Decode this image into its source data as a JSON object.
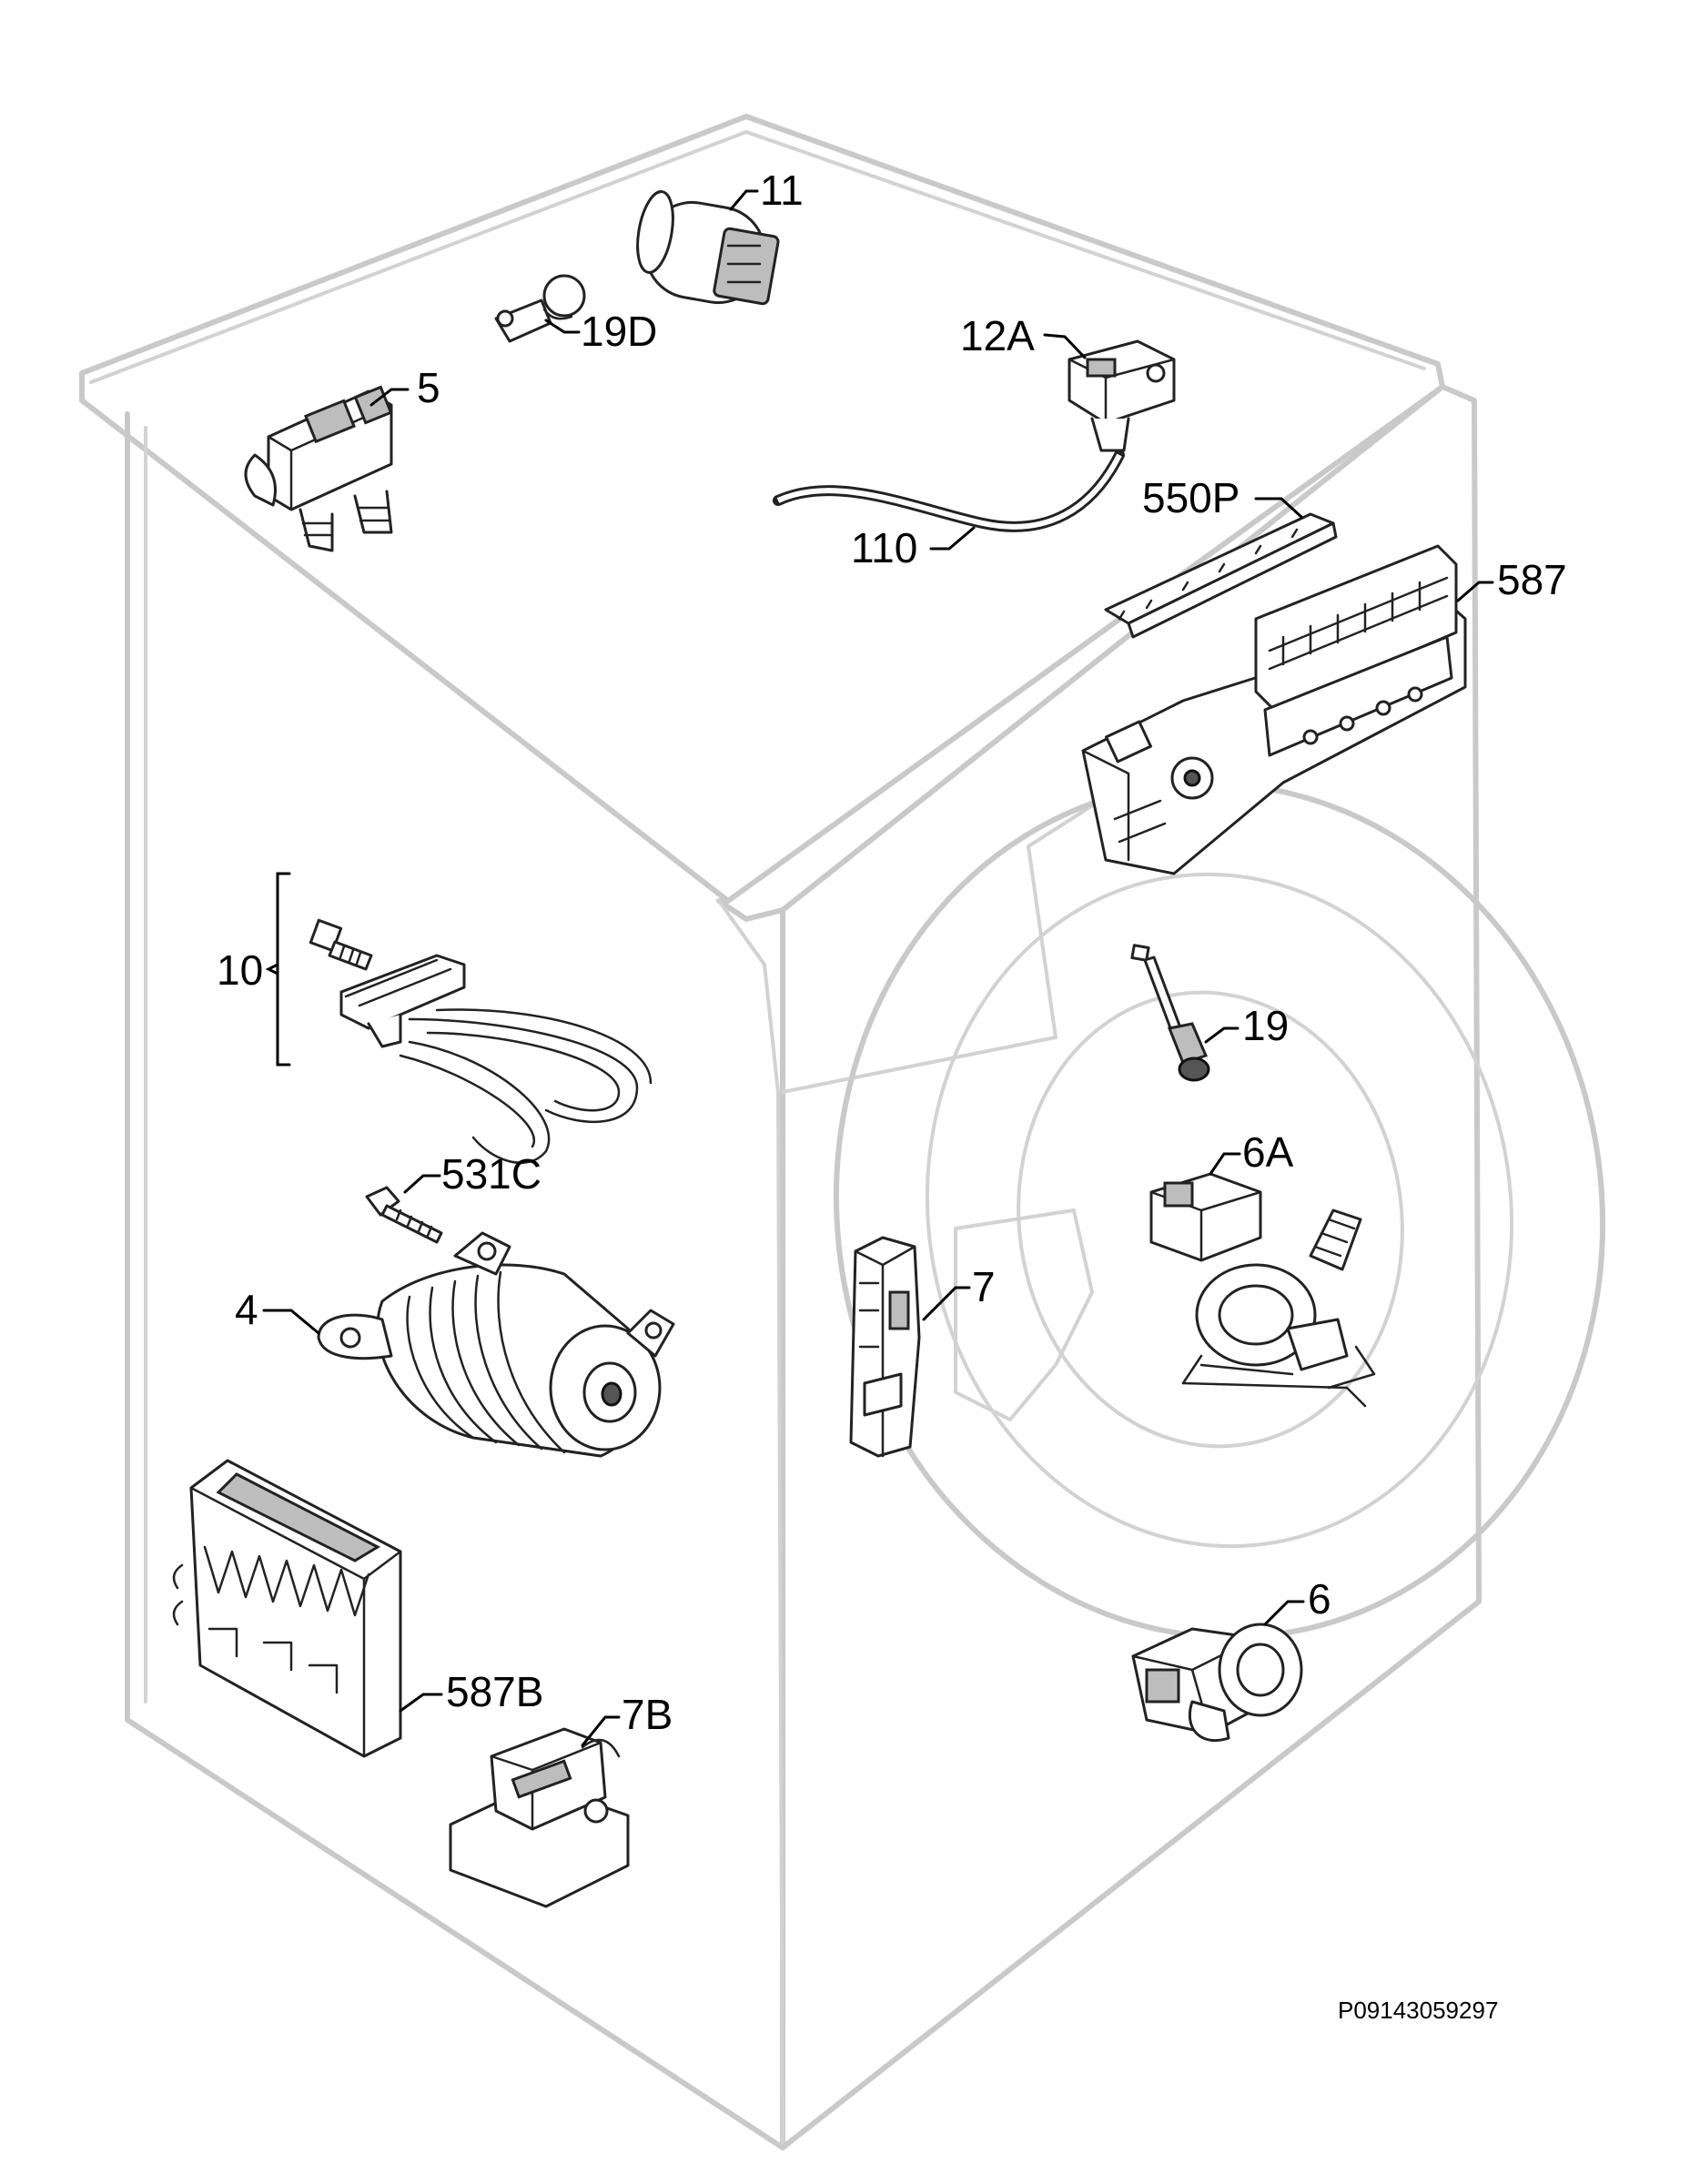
{
  "figure": {
    "code": "P09143059297"
  },
  "callouts": {
    "c11": "11",
    "c19D": "19D",
    "c12A": "12A",
    "c5": "5",
    "c550P": "550P",
    "c110": "110",
    "c587": "587",
    "c10": "10",
    "c19": "19",
    "c531C": "531C",
    "c6A": "6A",
    "c4": "4",
    "c7": "7",
    "c6": "6",
    "c587B": "587B",
    "c7B": "7B"
  }
}
